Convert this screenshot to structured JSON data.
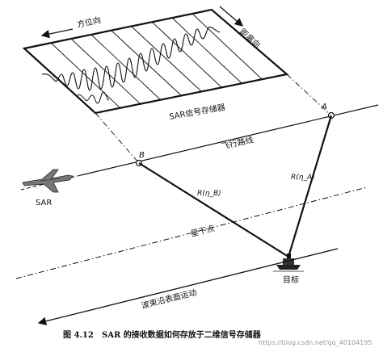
{
  "diagram": {
    "azimuth_label": "方位向",
    "range_label": "距离向",
    "memory_label": "SAR信号存储器",
    "flight_path_label": "飞行路线",
    "point_a_label": "A",
    "point_b_label": "B",
    "range_a_label": "R(η_A)",
    "range_b_label": "R(η_B)",
    "sar_label": "SAR",
    "nadir_label": "星下点",
    "beam_motion_label": "波束沿表面运动",
    "target_label": "目标"
  },
  "caption": {
    "figure_number": "图 4.12",
    "text": "SAR 的接收数据如何存放于二维信号存储器",
    "watermark": "https://blog.csdn.net/qq_40104195"
  }
}
